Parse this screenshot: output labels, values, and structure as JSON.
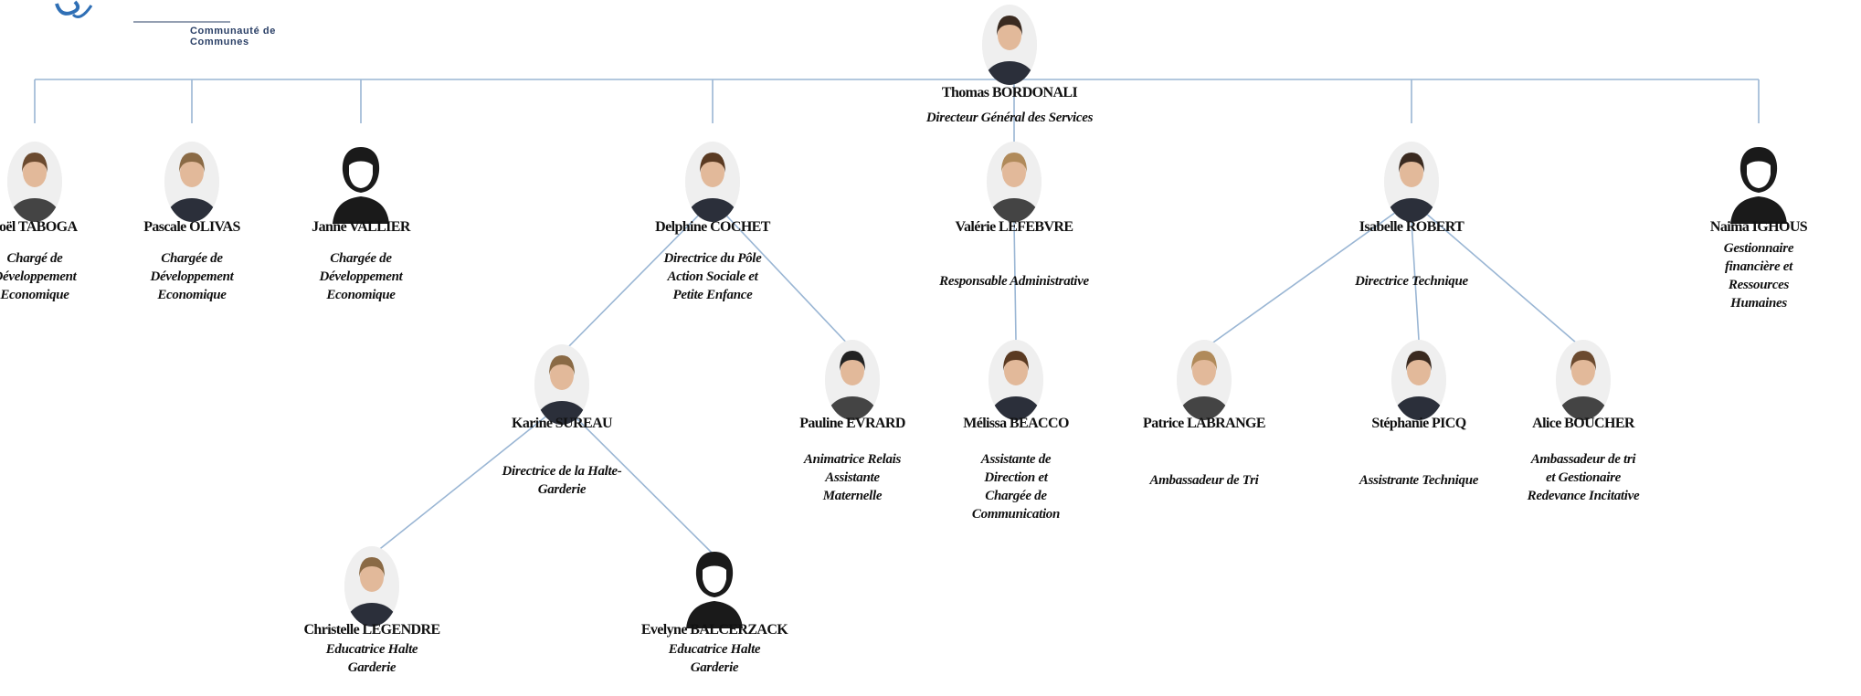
{
  "logo": {
    "tagline": "Communauté de Communes"
  },
  "people": [
    {
      "id": "ceo",
      "name": "Thomas BORDONALI",
      "role": "Directeur Général des Services",
      "avatar": "photo"
    },
    {
      "id": "taboga",
      "name": "Joël TABOGA",
      "role": "Chargé de\nDéveloppement\nEconomique",
      "avatar": "photo"
    },
    {
      "id": "olivas",
      "name": "Pascale OLIVAS",
      "role": "Chargée de\nDéveloppement\nEconomique",
      "avatar": "photo"
    },
    {
      "id": "vallier",
      "name": "Janne VALLIER",
      "role": "Chargée de\nDéveloppement\nEconomique",
      "avatar": "silhouette"
    },
    {
      "id": "cochet",
      "name": "Delphine COCHET",
      "role": "Directrice du Pôle\nAction Sociale et\nPetite Enfance",
      "avatar": "photo"
    },
    {
      "id": "lefebvre",
      "name": "Valérie LEFEBVRE",
      "role": "Responsable Administrative",
      "avatar": "photo"
    },
    {
      "id": "robert",
      "name": "Isabelle ROBERT",
      "role": "Directrice Technique",
      "avatar": "photo"
    },
    {
      "id": "ighous",
      "name": "Naima IGHOUS",
      "role": "Gestionnaire\nfinancière et\nRessources\nHumaines",
      "avatar": "silhouette"
    },
    {
      "id": "sureau",
      "name": "Karine SUREAU",
      "role": "Directrice de la Halte-\nGarderie",
      "avatar": "photo"
    },
    {
      "id": "evrard",
      "name": "Pauline EVRARD",
      "role": "Animatrice Relais\nAssistante\nMaternelle",
      "avatar": "photo"
    },
    {
      "id": "beacco",
      "name": "Mélissa BEACCO",
      "role": "Assistante de\nDirection et\nChargée de\nCommunication",
      "avatar": "photo"
    },
    {
      "id": "labrange",
      "name": "Patrice LABRANGE",
      "role": "Ambassadeur de Tri",
      "avatar": "photo"
    },
    {
      "id": "picq",
      "name": "Stéphanie PICQ",
      "role": "Assistrante Technique",
      "avatar": "photo"
    },
    {
      "id": "boucher",
      "name": "Alice BOUCHER",
      "role": "Ambassadeur de tri\net  Gestionaire\nRedevance Incitative",
      "avatar": "photo"
    },
    {
      "id": "legendre",
      "name": "Christelle LEGENDRE",
      "role": "Educatrice Halte\nGarderie",
      "avatar": "photo"
    },
    {
      "id": "balcerzack",
      "name": "Evelyne BALCERZACK",
      "role": "Educatrice Halte\nGarderie",
      "avatar": "silhouette"
    }
  ],
  "connections": [
    [
      "ceo",
      "taboga"
    ],
    [
      "ceo",
      "olivas"
    ],
    [
      "ceo",
      "vallier"
    ],
    [
      "ceo",
      "cochet"
    ],
    [
      "ceo",
      "lefebvre"
    ],
    [
      "ceo",
      "robert"
    ],
    [
      "ceo",
      "ighous"
    ],
    [
      "cochet",
      "sureau"
    ],
    [
      "cochet",
      "evrard"
    ],
    [
      "lefebvre",
      "beacco"
    ],
    [
      "robert",
      "labrange"
    ],
    [
      "robert",
      "picq"
    ],
    [
      "robert",
      "boucher"
    ],
    [
      "sureau",
      "legendre"
    ],
    [
      "sureau",
      "balcerzack"
    ]
  ],
  "colors": {
    "line": "#9ab6d4",
    "logo": "#2f6fb5",
    "text": "#111111"
  }
}
